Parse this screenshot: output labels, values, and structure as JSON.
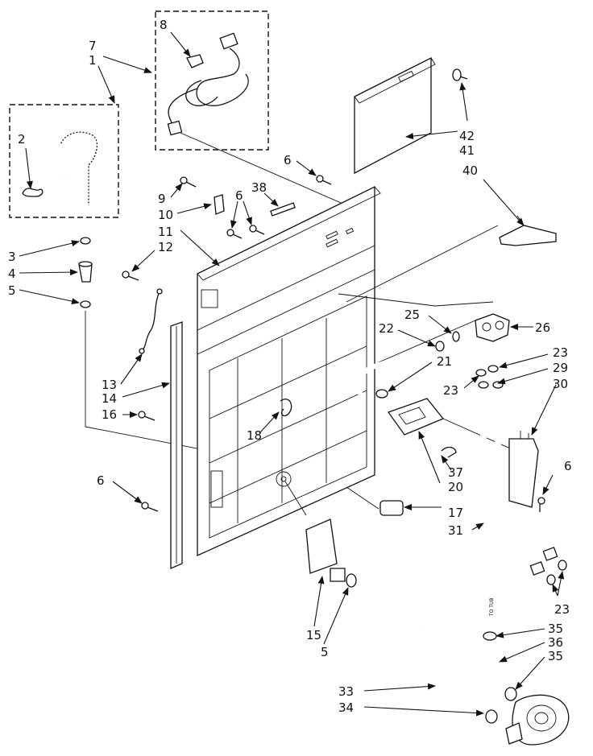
{
  "diagram": {
    "note_to_tub": "TO TUB"
  },
  "labels": {
    "l1": "1",
    "l2": "2",
    "l3": "3",
    "l4": "4",
    "l5a": "5",
    "l5b": "5",
    "l6a": "6",
    "l6b": "6",
    "l6c": "6",
    "l6d": "6",
    "l7": "7",
    "l8": "8",
    "l9": "9",
    "l10": "10",
    "l11": "11",
    "l12": "12",
    "l13": "13",
    "l14": "14",
    "l15": "15",
    "l16": "16",
    "l17": "17",
    "l18": "18",
    "l20": "20",
    "l21": "21",
    "l22": "22",
    "l23a": "23",
    "l23b": "23",
    "l23c": "23",
    "l25": "25",
    "l26": "26",
    "l29": "29",
    "l30": "30",
    "l31": "31",
    "l33": "33",
    "l34": "34",
    "l35a": "35",
    "l35b": "35",
    "l36": "36",
    "l37": "37",
    "l38": "38",
    "l40": "40",
    "l41": "41",
    "l42": "42"
  }
}
